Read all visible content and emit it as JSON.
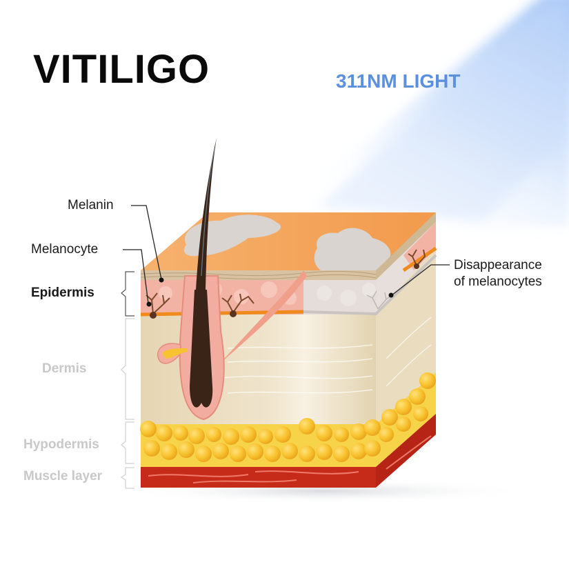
{
  "title": "VITILIGO",
  "light": {
    "label": "311NM LIGHT",
    "color": "#5b8fe0",
    "beam_color": "#a9c8f7"
  },
  "labels": {
    "melanin": "Melanin",
    "melanocyte": "Melanocyte",
    "epidermis": "Epidermis",
    "dermis": "Dermis",
    "hypodermis": "Hypodermis",
    "muscle_layer": "Muscle layer",
    "disappearance_line1": "Disappearance",
    "disappearance_line2": "of melanocytes"
  },
  "colors": {
    "skin_top": "#f3a35c",
    "depigmented_patch": "#d9d4d0",
    "epidermis_pink": "#f2b3a5",
    "dermis": "#ece0c8",
    "fat": "#f7c331",
    "muscle": "#c62a18",
    "hair": "#3a2418",
    "faint_label": "#c8c8c8"
  }
}
